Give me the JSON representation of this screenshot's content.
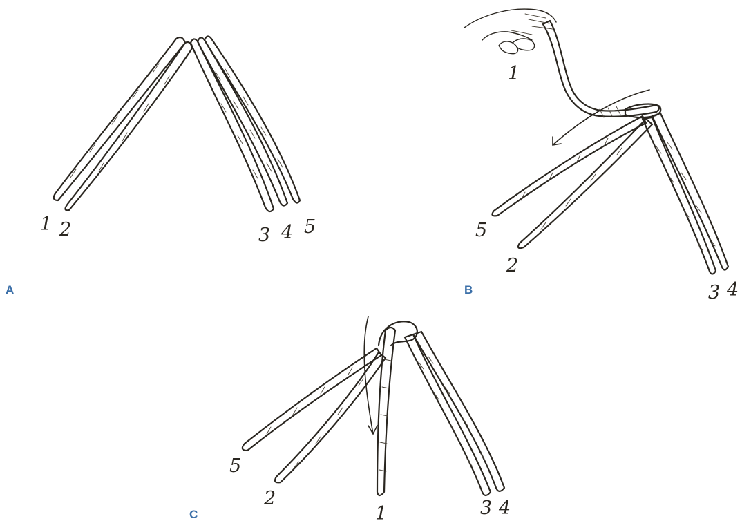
{
  "colors": {
    "ink": "#2a2620",
    "label_blue": "#3b6fa8",
    "background": "#ffffff"
  },
  "panels": {
    "a": {
      "letter": "A",
      "strand_labels": [
        "1",
        "2",
        "3",
        "4",
        "5"
      ]
    },
    "b": {
      "letter": "B",
      "strand_labels": [
        "1",
        "5",
        "2",
        "3",
        "4"
      ]
    },
    "c": {
      "letter": "C",
      "strand_labels": [
        "5",
        "2",
        "1",
        "3",
        "4"
      ]
    }
  }
}
